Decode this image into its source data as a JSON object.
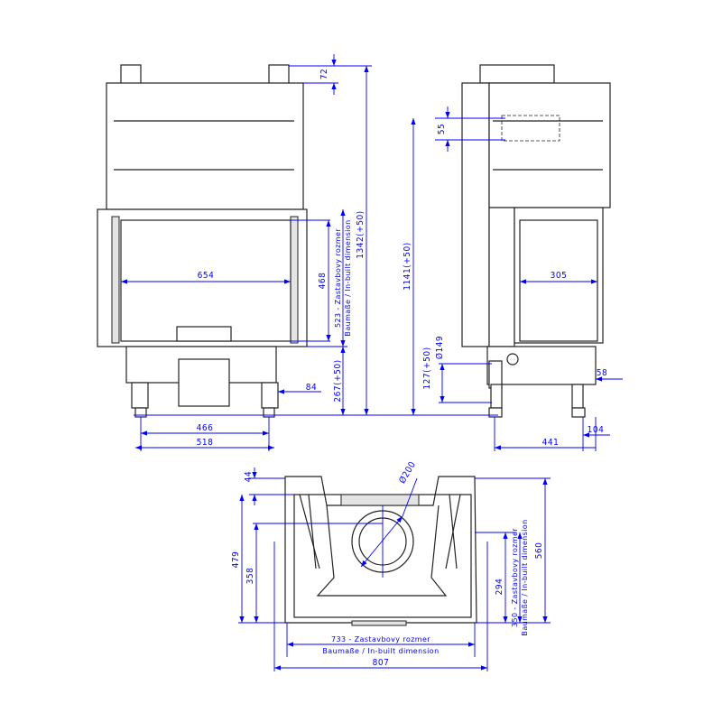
{
  "front_view": {
    "top_height": "72",
    "total_height": "1342(+50)",
    "builtin_height_cz": "523 - Zastavbovy rozmer",
    "builtin_height_de": "Baumaße / In-built dimension",
    "glass_height": "468",
    "glass_width": "654",
    "leg_offset": "84",
    "base_height": "267(+50)",
    "leg_span_inner": "466",
    "leg_span_outer": "518"
  },
  "side_view": {
    "flue_offset": "55",
    "total_height": "1141(+50)",
    "glass_width": "305",
    "inlet_height": "127(+50)",
    "inlet_diameter": "Ø149",
    "inlet_offset": "58",
    "leg_offset": "104",
    "depth": "441"
  },
  "top_view": {
    "flange": "44",
    "flue_diameter": "Ø200",
    "depth_total": "479",
    "depth_center": "358",
    "side_depth": "294",
    "overall_depth": "560",
    "builtin_depth_cz": "350 - Zastavbovy rozmer",
    "builtin_depth_de": "Baumaße / In-built dimension",
    "builtin_width_cz": "733 - Zastavbovy rozmer",
    "builtin_width_de": "Baumaße / In-built dimension",
    "overall_width": "807"
  },
  "colors": {
    "dimension": "#0000ff",
    "outline": "#222222"
  }
}
